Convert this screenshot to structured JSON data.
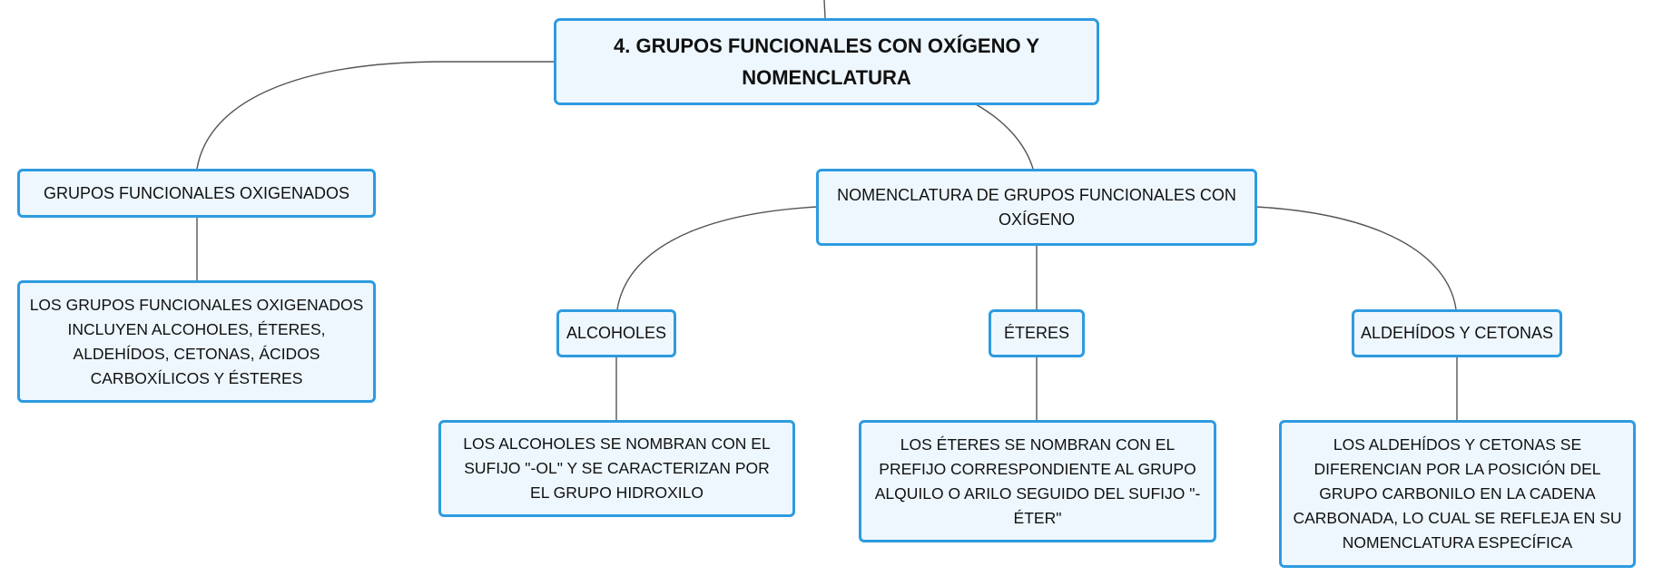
{
  "colors": {
    "node_border": "#2d9be0",
    "node_fill": "#eef7fe",
    "connector": "#555555",
    "text": "#111111"
  },
  "nodes": {
    "root": "4. GRUPOS FUNCIONALES CON OXÍGENO Y NOMENCLATURA",
    "grupos": "GRUPOS FUNCIONALES OXIGENADOS",
    "grupos_desc": "LOS GRUPOS FUNCIONALES OXIGENADOS INCLUYEN ALCOHOLES, ÉTERES, ALDEHÍDOS, CETONAS, ÁCIDOS CARBOXÍLICOS Y ÉSTERES",
    "nomenclatura": "NOMENCLATURA DE GRUPOS FUNCIONALES CON OXÍGENO",
    "alcoholes": "ALCOHOLES",
    "alcoholes_desc": "LOS ALCOHOLES SE NOMBRAN CON EL SUFIJO \"-OL\" Y SE CARACTERIZAN POR EL GRUPO HIDROXILO",
    "eteres": "ÉTERES",
    "eteres_desc": "LOS ÉTERES SE NOMBRAN CON EL PREFIJO CORRESPONDIENTE AL GRUPO ALQUILO O ARILO SEGUIDO DEL SUFIJO \"-ÉTER\"",
    "aldehidos": "ALDEHÍDOS Y CETONAS",
    "aldehidos_desc": "LOS ALDEHÍDOS Y CETONAS SE DIFERENCIAN POR LA POSICIÓN DEL GRUPO CARBONILO EN LA CADENA CARBONADA, LO CUAL SE REFLEJA EN SU NOMENCLATURA ESPECÍFICA"
  }
}
